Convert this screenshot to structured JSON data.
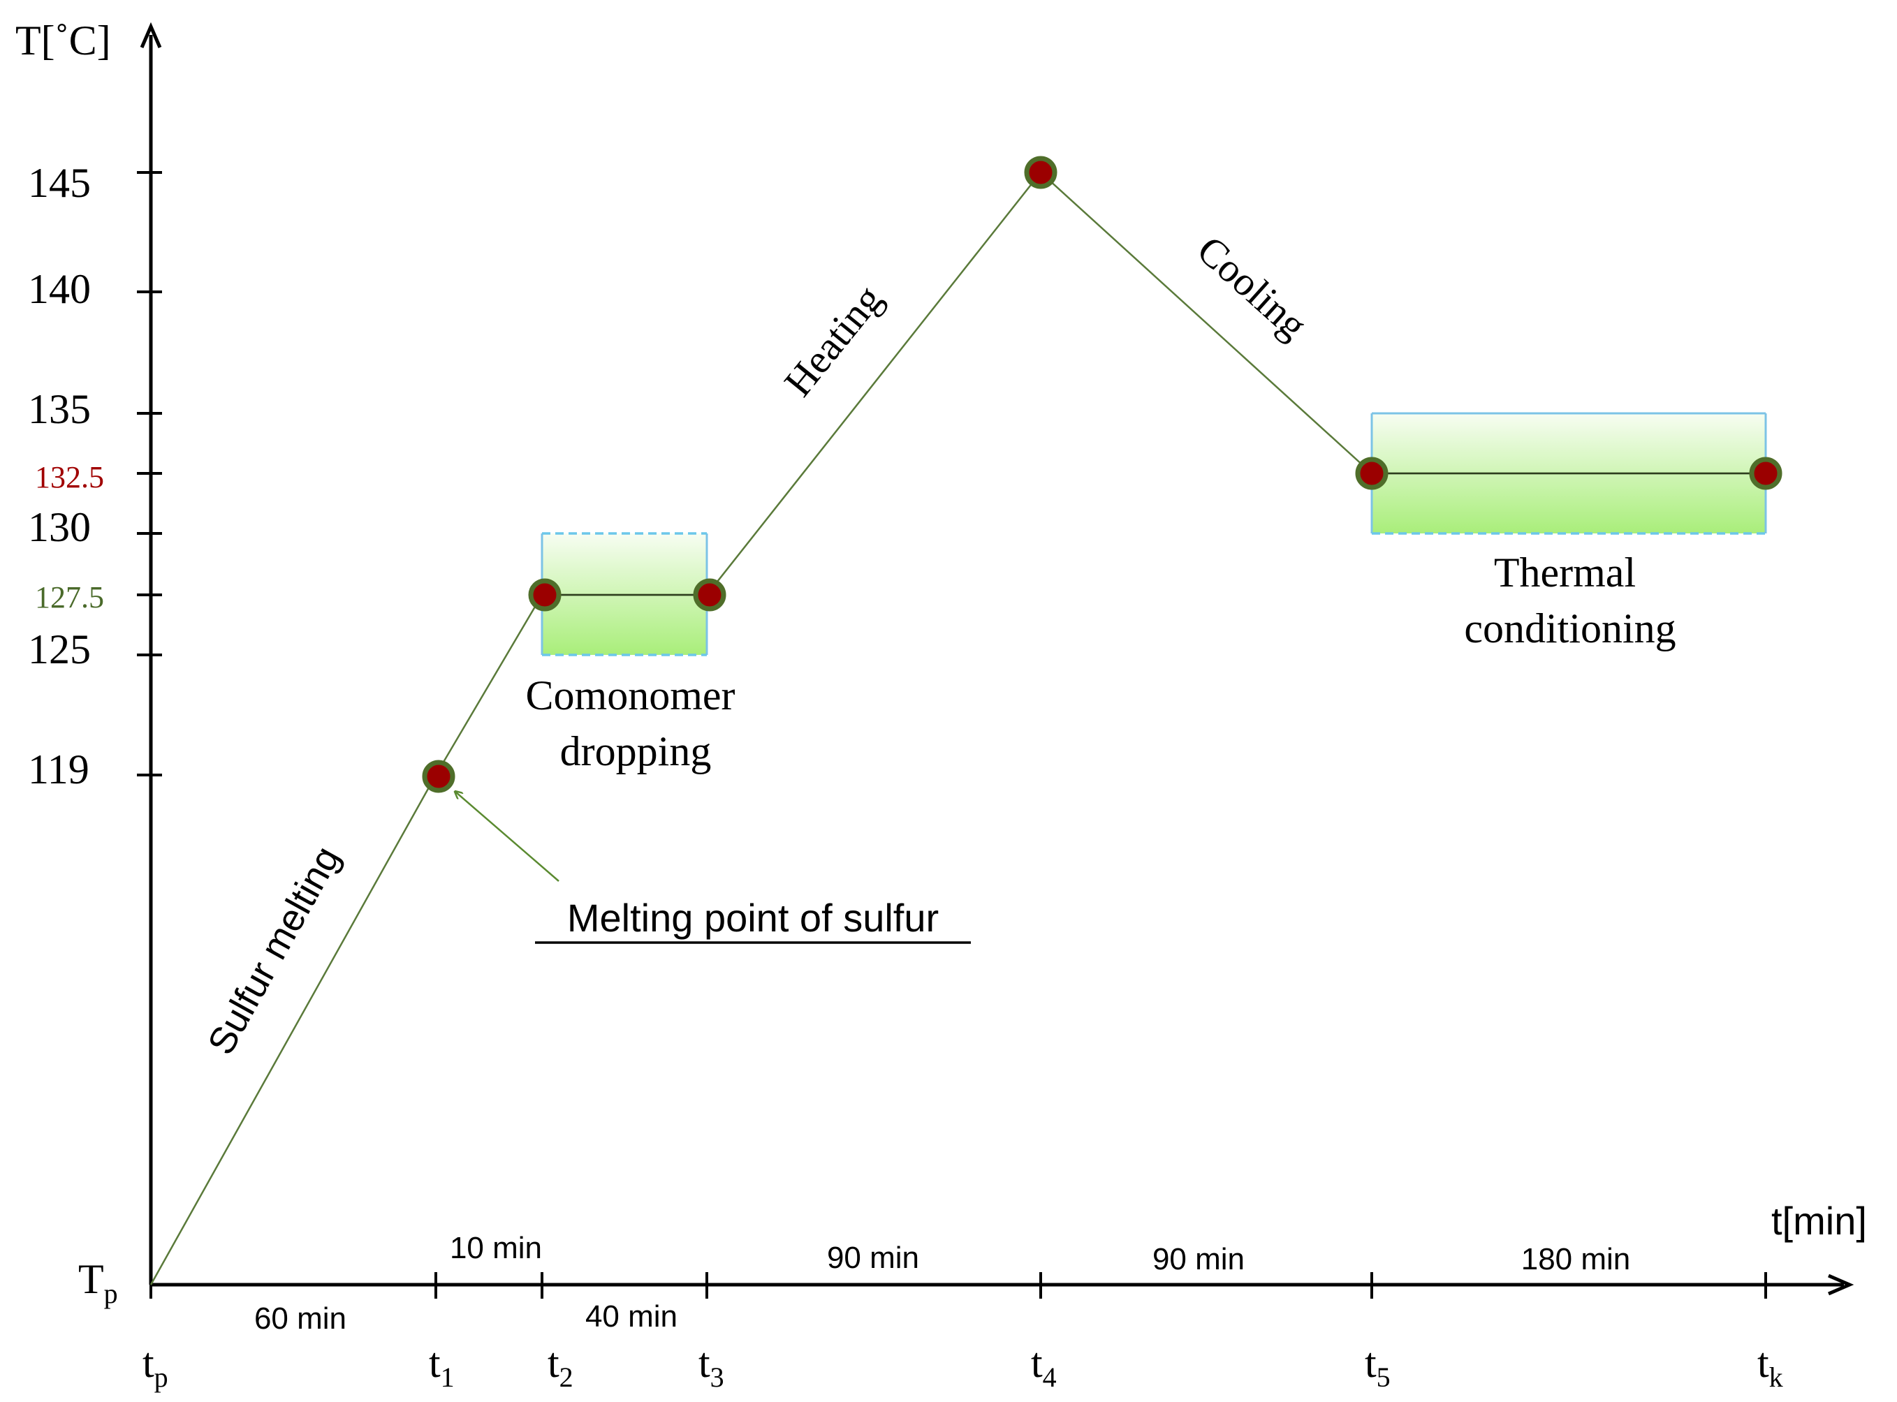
{
  "y_axis": {
    "label": "T[˚C]",
    "ticks": [
      {
        "value": "145",
        "color": "#000000"
      },
      {
        "value": "140",
        "color": "#000000"
      },
      {
        "value": "135",
        "color": "#000000"
      },
      {
        "value": "132.5",
        "color": "#a00000"
      },
      {
        "value": "130",
        "color": "#000000"
      },
      {
        "value": "127.5",
        "color": "#4a6a2a"
      },
      {
        "value": "125",
        "color": "#000000"
      },
      {
        "value": "119",
        "color": "#000000"
      }
    ],
    "origin_label": {
      "main": "T",
      "sub": "p"
    }
  },
  "x_axis": {
    "label": "t[min]",
    "ticks": [
      {
        "main": "t",
        "sub": "p"
      },
      {
        "main": "t",
        "sub": "1"
      },
      {
        "main": "t",
        "sub": "2"
      },
      {
        "main": "t",
        "sub": "3"
      },
      {
        "main": "t",
        "sub": "4"
      },
      {
        "main": "t",
        "sub": "5"
      },
      {
        "main": "t",
        "sub": "k"
      }
    ],
    "durations": [
      "60 min",
      "10 min",
      "40 min",
      "90 min",
      "90 min",
      "180 min"
    ]
  },
  "stages": {
    "sulfur_melting": "Sulfur melting",
    "heating": "Heating",
    "cooling": "Cooling",
    "comonomer": [
      "Comonomer",
      "dropping"
    ],
    "thermal": [
      "Thermal",
      "conditioning"
    ],
    "melting_point_note": "Melting point of sulfur"
  },
  "colors": {
    "point_fill": "#9b0000",
    "point_ring": "#4f6e2a",
    "curve": "#5a7a3a",
    "box_fill_top": "#f7fdf2",
    "box_fill_bottom": "#a9ee7a",
    "box_edge": "#7cc3e6"
  }
}
